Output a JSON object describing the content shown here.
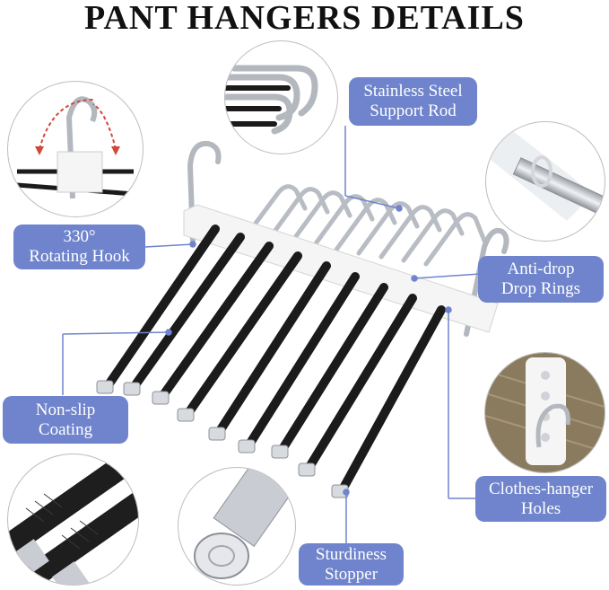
{
  "title": "PANT HANGERS DETAILS",
  "labels": {
    "support_rod": [
      "Stainless Steel",
      "Support Rod"
    ],
    "rotating_hook": [
      "330°",
      "Rotating Hook"
    ],
    "anti_drop": [
      "Anti-drop",
      "Drop Rings"
    ],
    "non_slip": [
      "Non-slip",
      "Coating"
    ],
    "clothes_holes": [
      "Clothes-hanger",
      "Holes"
    ],
    "stopper": [
      "Sturdiness",
      "Stopper"
    ]
  },
  "colors": {
    "label_bg": "#6f84cc",
    "label_text": "#ffffff",
    "rod_black": "#1b1b1b",
    "steel": "#c9ccd2",
    "white_bar": "#f4f4f4",
    "leader_line": "#6f84cc",
    "arrow_red": "#d2473a"
  },
  "icons": [
    "rotating-hook-detail",
    "steel-rod-detail",
    "drop-ring-detail",
    "non-slip-coating-detail",
    "hanger-holes-detail",
    "stopper-detail"
  ]
}
